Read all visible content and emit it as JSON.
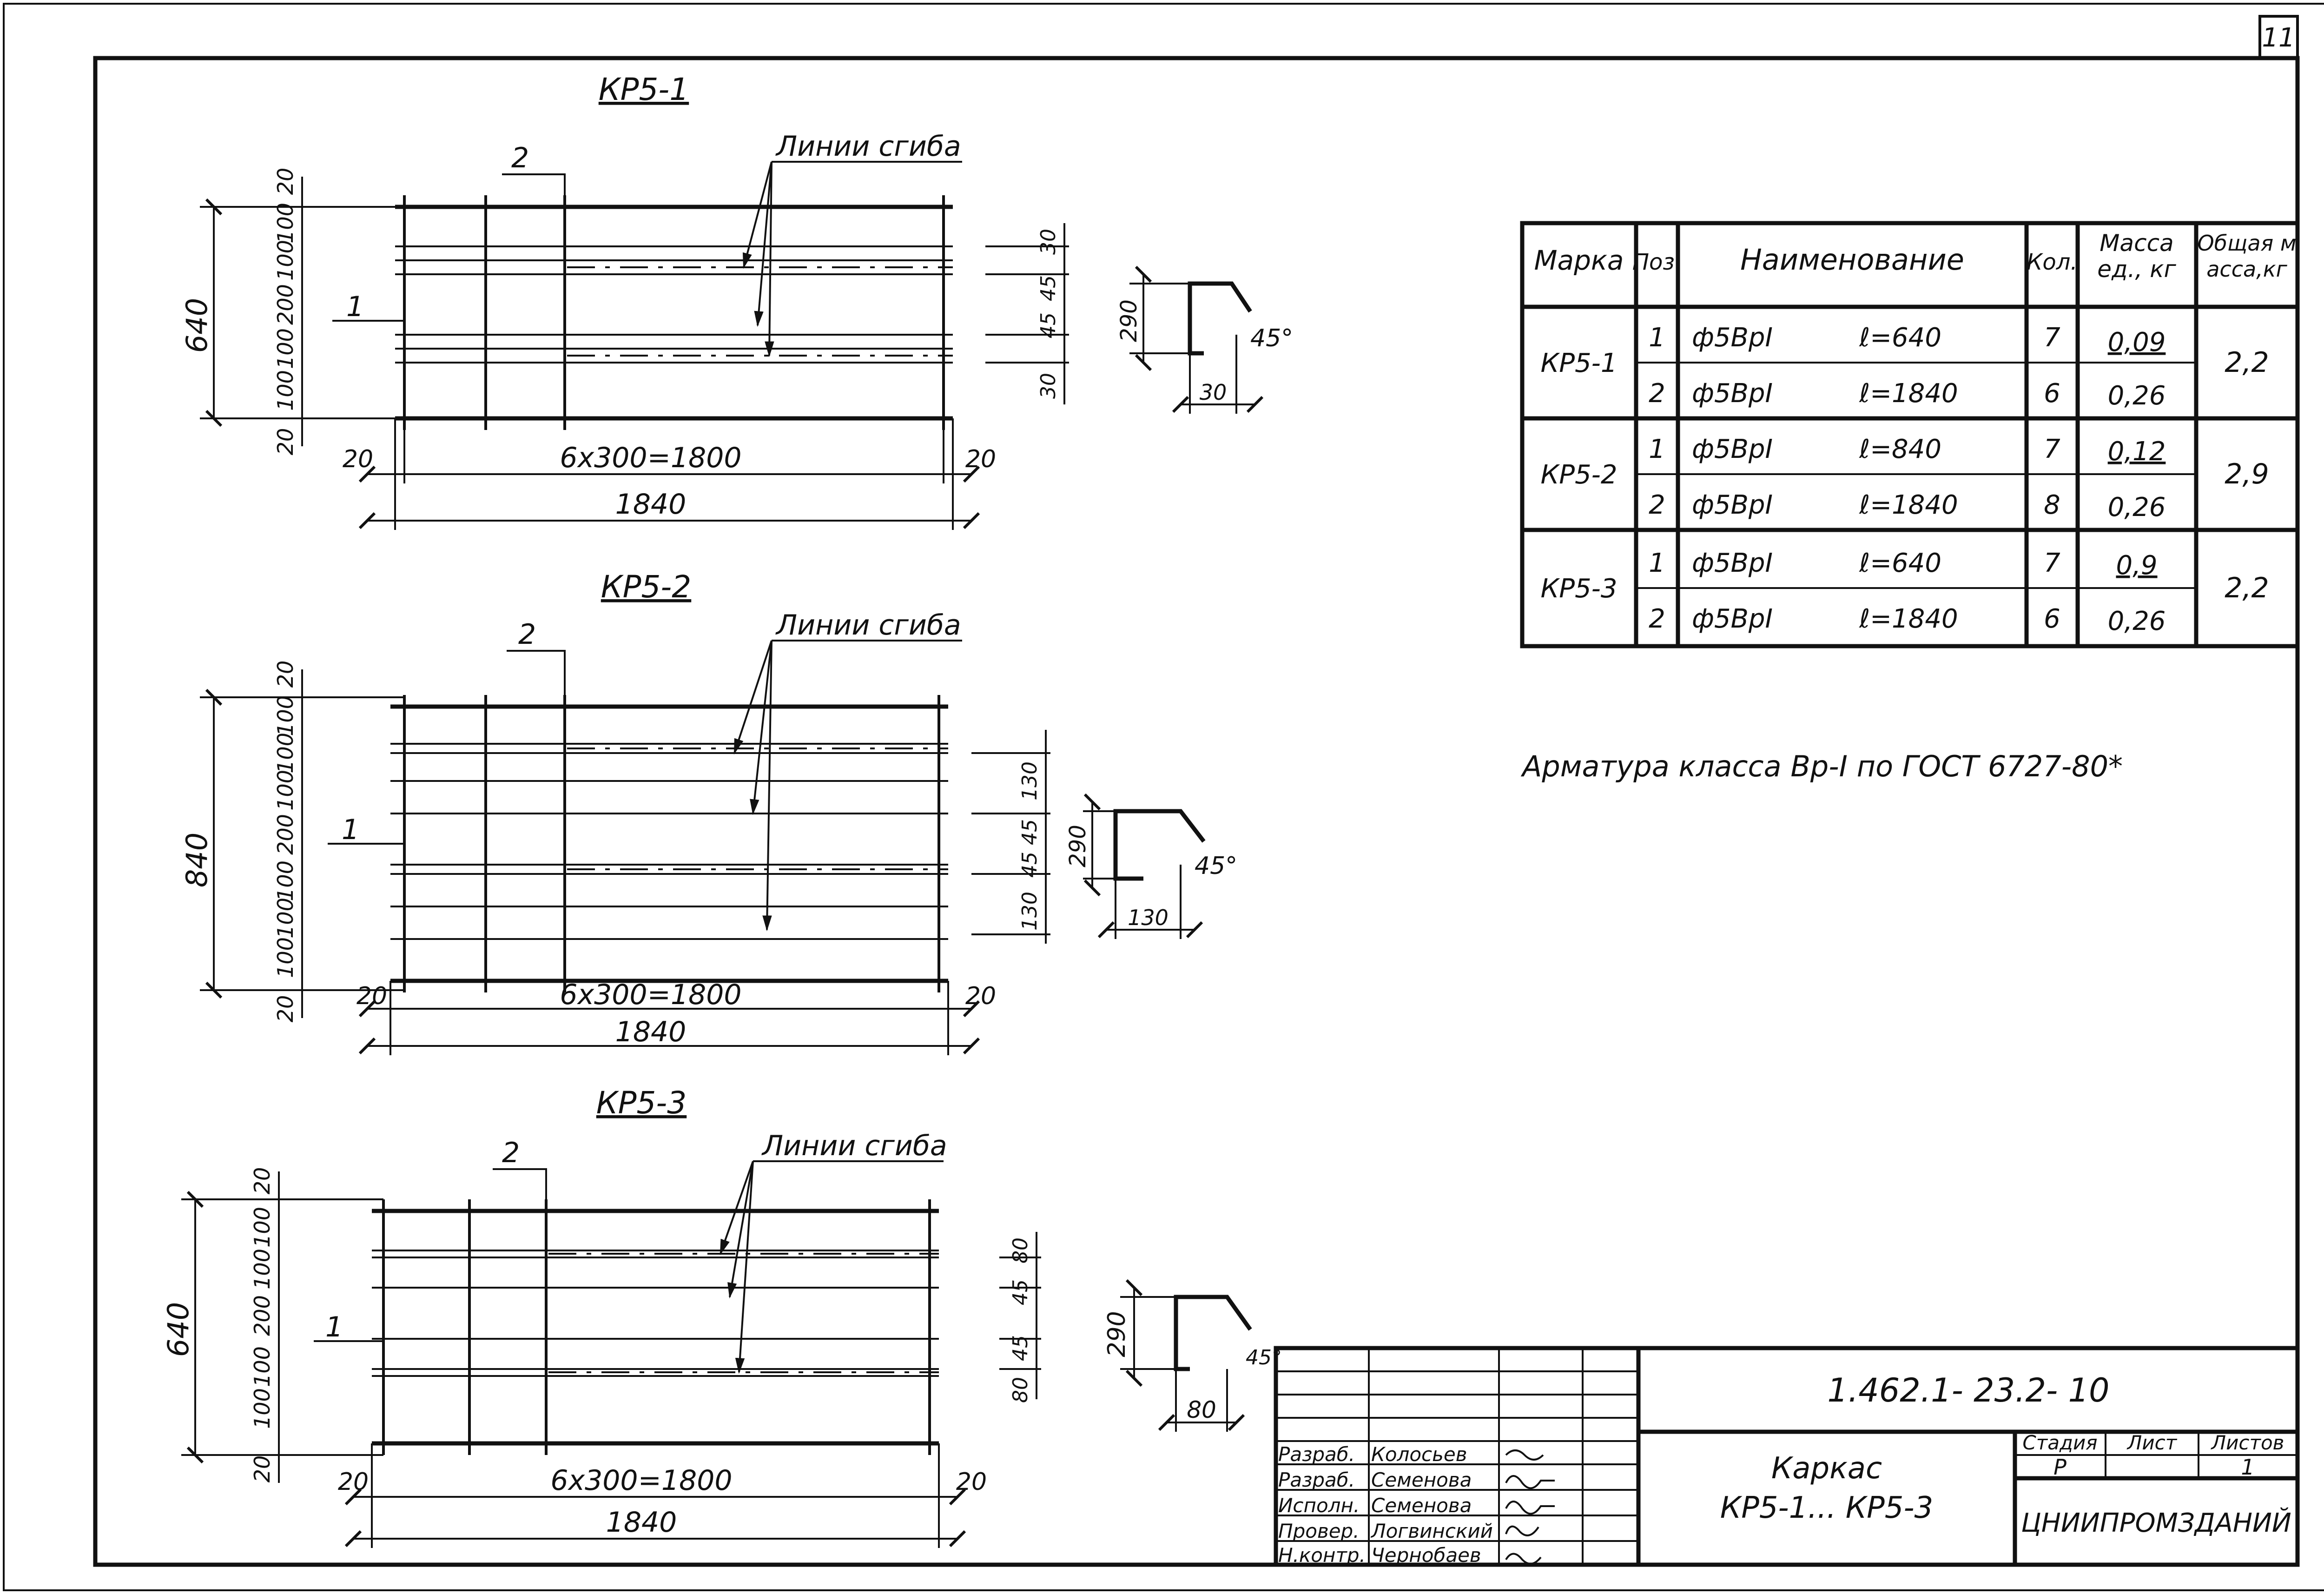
{
  "sheet_number": "11",
  "notes": {
    "rebar_class": "Арматура класса Вр-I по ГОСТ 6727-80*"
  },
  "drawings": [
    {
      "title": "КР5-1",
      "bend_label": "Линии сгиба",
      "pos_labels": [
        "1",
        "2"
      ],
      "height_dim": "640",
      "left_dims": [
        "20",
        "100",
        "100",
        "200",
        "100",
        "100",
        "20"
      ],
      "bottom_dims": [
        "20",
        "6x300=1800",
        "20"
      ],
      "total_width": "1840",
      "right_dims": [
        "30",
        "45",
        "45",
        "30"
      ],
      "section": {
        "height": "290",
        "width": "30",
        "angle": "45°"
      }
    },
    {
      "title": "КР5-2",
      "bend_label": "Линии сгиба",
      "pos_labels": [
        "1",
        "2"
      ],
      "height_dim": "840",
      "left_dims": [
        "20",
        "100",
        "100",
        "100",
        "200",
        "100",
        "100",
        "100",
        "20"
      ],
      "bottom_dims": [
        "20",
        "6x300=1800",
        "20"
      ],
      "total_width": "1840",
      "right_dims": [
        "130",
        "45",
        "45",
        "130"
      ],
      "section": {
        "height": "290",
        "width": "130",
        "angle": "45°"
      }
    },
    {
      "title": "КР5-3",
      "bend_label": "Линии сгиба",
      "pos_labels": [
        "1",
        "2"
      ],
      "height_dim": "640",
      "left_dims": [
        "20",
        "100",
        "100",
        "200",
        "100",
        "100",
        "20"
      ],
      "bottom_dims": [
        "20",
        "6x300=1800",
        "20"
      ],
      "total_width": "1840",
      "right_dims": [
        "80",
        "45",
        "45",
        "80"
      ],
      "section": {
        "height": "290",
        "width": "80",
        "angle": "45°"
      }
    }
  ],
  "spec_table": {
    "headers": [
      "Марка",
      "Поз.",
      "Наименование",
      "Кол.",
      "Масса ед., кг",
      "Общая масса,кг"
    ],
    "groups": [
      {
        "mark": "КР5-1",
        "total": "2,2",
        "rows": [
          {
            "pos": "1",
            "name": "ф5ВрI",
            "len": "ℓ=640",
            "qty": "7",
            "mass": "0,09"
          },
          {
            "pos": "2",
            "name": "ф5ВрI",
            "len": "ℓ=1840",
            "qty": "6",
            "mass": "0,26"
          }
        ]
      },
      {
        "mark": "КР5-2",
        "total": "2,9",
        "rows": [
          {
            "pos": "1",
            "name": "ф5ВрI",
            "len": "ℓ=840",
            "qty": "7",
            "mass": "0,12"
          },
          {
            "pos": "2",
            "name": "ф5ВрI",
            "len": "ℓ=1840",
            "qty": "8",
            "mass": "0,26"
          }
        ]
      },
      {
        "mark": "КР5-3",
        "total": "2,2",
        "rows": [
          {
            "pos": "1",
            "name": "ф5ВрI",
            "len": "ℓ=640",
            "qty": "7",
            "mass": "0,9"
          },
          {
            "pos": "2",
            "name": "ф5ВрI",
            "len": "ℓ=1840",
            "qty": "6",
            "mass": "0,26"
          }
        ]
      }
    ]
  },
  "title_block": {
    "doc_code": "1.462.1- 23.2- 10",
    "title_line1": "Каркас",
    "title_line2": "КР5-1... КР5-3",
    "stage_header": "Стадия",
    "sheet_header": "Лист",
    "sheets_header": "Листов",
    "stage": "Р",
    "sheet": "",
    "sheets": "1",
    "organization": "ЦНИИПРОМЗДАНИЙ",
    "signers": [
      {
        "role": "Разраб.",
        "name": "Колосьев"
      },
      {
        "role": "Разраб.",
        "name": "Семенова"
      },
      {
        "role": "Исполн.",
        "name": "Семенова"
      },
      {
        "role": "Провер.",
        "name": "Логвинский"
      },
      {
        "role": "Н.контр.",
        "name": "Чернобаев"
      }
    ]
  }
}
